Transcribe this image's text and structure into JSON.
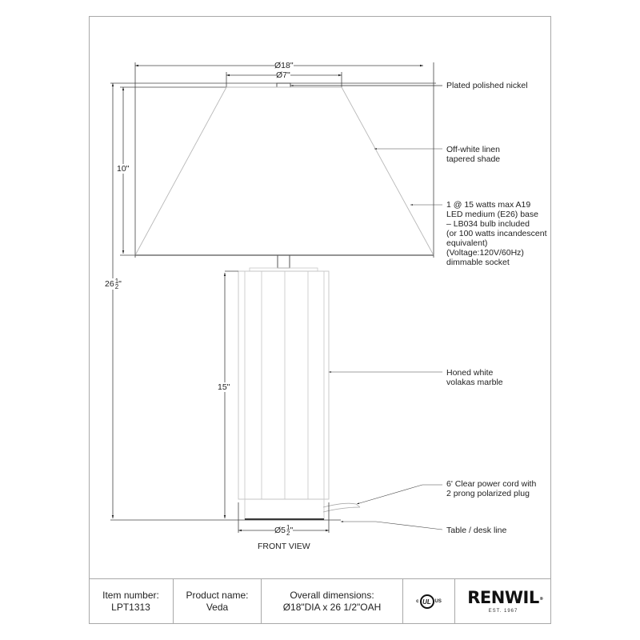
{
  "drawing": {
    "view_label": "FRONT VIEW",
    "dimensions": {
      "shade_diameter": "Ø18\"",
      "top_diameter": "Ø7\"",
      "shade_height": "10\"",
      "overall_height_whole": "26",
      "overall_height_frac_num": "1",
      "overall_height_frac_den": "2",
      "base_height": "15\"",
      "base_diameter_whole": "Ø5",
      "base_diameter_frac_num": "1",
      "base_diameter_frac_den": "2"
    },
    "callouts": [
      {
        "id": "finial",
        "text": "Plated polished nickel"
      },
      {
        "id": "shade",
        "text": "Off-white linen\ntapered shade"
      },
      {
        "id": "bulb",
        "text": "1 @ 15 watts max A19\nLED medium (E26) base\n– LB034 bulb included\n(or 100 watts incandescent\nequivalent)\n(Voltage:120V/60Hz)\ndimmable socket"
      },
      {
        "id": "body",
        "text": "Honed white\nvolakas marble"
      },
      {
        "id": "cord",
        "text": "6' Clear power cord with\n2 prong polarized plug"
      },
      {
        "id": "table",
        "text": "Table / desk line"
      }
    ]
  },
  "footer": {
    "item_number_label": "Item number:",
    "item_number": "LPT1313",
    "product_name_label": "Product name:",
    "product_name": "Veda",
    "dimensions_label": "Overall dimensions:",
    "dimensions_value": "Ø18\"DIA x 26 1/2\"OAH",
    "certification": {
      "prefix": "c",
      "mark": "UL",
      "suffix": "US"
    },
    "brand": {
      "name": "RENWIL",
      "registered": "®",
      "tagline": "EST. 1967"
    }
  },
  "colors": {
    "line": "#444444",
    "light_line": "#b8b8b8",
    "frame": "#a8a8a8",
    "text": "#222222"
  }
}
